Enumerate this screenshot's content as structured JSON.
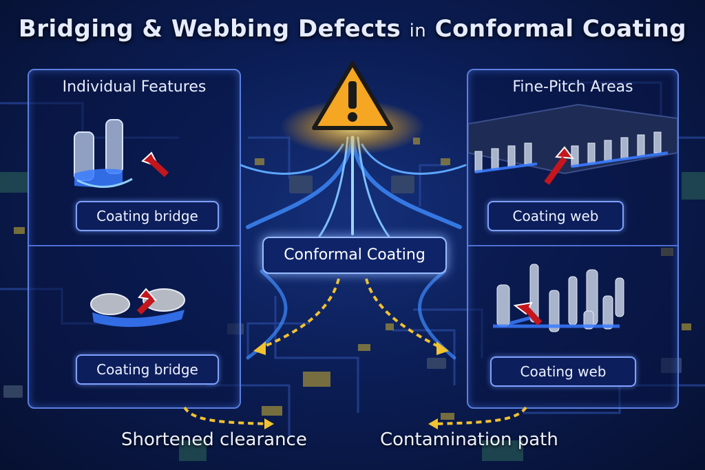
{
  "title": {
    "main": "Bridging & Webbing Defects",
    "connector": "in",
    "tail": "Conformal Coating"
  },
  "left_panel": {
    "title": "Individual Features",
    "top_label": "Coating bridge",
    "bottom_label": "Coating bridge"
  },
  "right_panel": {
    "title": "Fine-Pitch Areas",
    "top_label": "Coating web",
    "bottom_label": "Coating web"
  },
  "center": {
    "label": "Conformal Coating",
    "icon": "warning-icon"
  },
  "bottom": {
    "left_label": "Shortened clearance",
    "right_label": "Contamination path"
  },
  "colors": {
    "arrow": "#c4161c",
    "dashed": "#f2c230",
    "glow": "#ffd54a",
    "coating": "#3a7bff"
  }
}
